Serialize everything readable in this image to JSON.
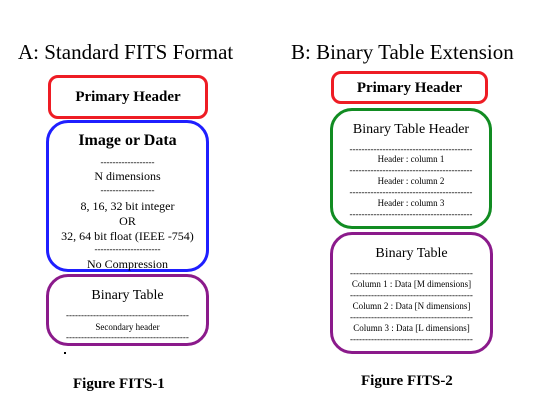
{
  "panel_a": {
    "title": "A: Standard FITS Format",
    "primary_header": "Primary Header",
    "image_box": {
      "title": "Image or Data",
      "dashes_1": "------------------",
      "line_1": "N dimensions",
      "dashes_2": "------------------",
      "line_2": "8, 16, 32 bit integer",
      "line_3": "OR",
      "line_4": "32, 64 bit float (IEEE -754)",
      "dashes_3": "----------------------",
      "line_5": "No Compression"
    },
    "binary_box": {
      "title": "Binary Table",
      "dashes_1": "-----------------------------------------",
      "line_1": "Secondary header",
      "dashes_2": "-----------------------------------------"
    },
    "caption": "Figure FITS-1"
  },
  "panel_b": {
    "title": "B: Binary Table Extension",
    "primary_header": "Primary Header",
    "header_box": {
      "title": "Binary Table Header",
      "dashes": "-----------------------------------------",
      "rows": [
        "Header : column 1",
        "Header : column 2",
        "Header : column 3"
      ]
    },
    "table_box": {
      "title": "Binary Table",
      "dashes": "-----------------------------------------",
      "rows": [
        "Column 1 : Data [M dimensions]",
        "Column 2 : Data [N dimensions]",
        "Column 3 : Data [L dimensions]"
      ]
    },
    "caption": "Figure FITS-2"
  },
  "colors": {
    "red": "#ee1c24",
    "blue": "#1f1fff",
    "purple": "#8b1a8b",
    "green": "#118c22"
  }
}
